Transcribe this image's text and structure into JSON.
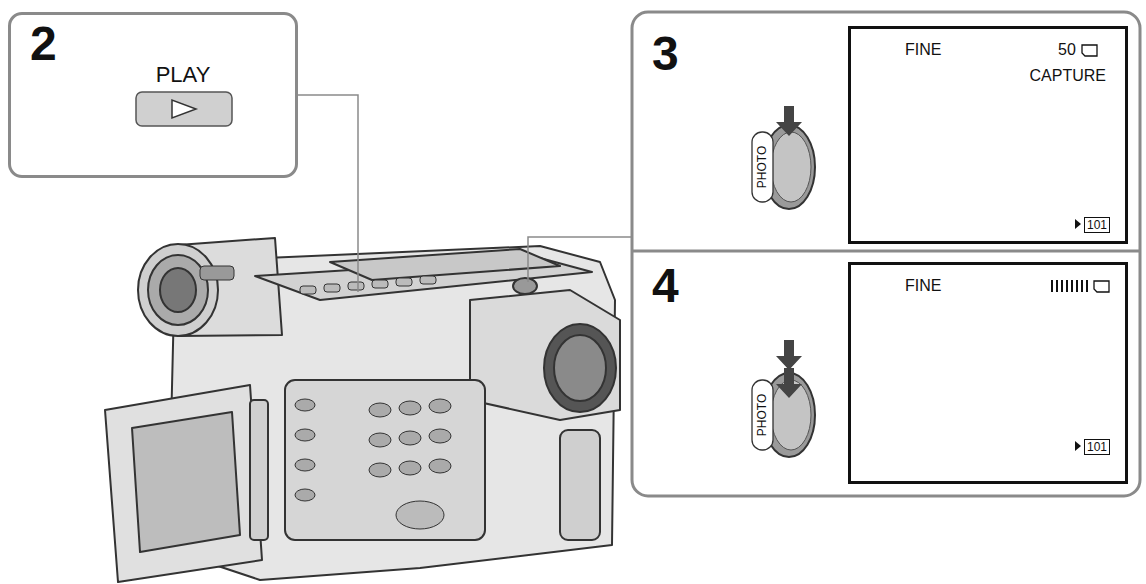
{
  "diagram": {
    "nodes": [
      {
        "text": [
          "2",
          "PLAY"
        ]
      },
      {
        "text": [
          "3"
        ]
      },
      {
        "text": [
          "PHOTO"
        ],
        "in": 1
      },
      {
        "text": [
          "FINE",
          "50",
          "CAPTURE",
          "101"
        ],
        "in": 1
      },
      {
        "text": [
          "4"
        ]
      },
      {
        "text": [
          "PHOTO"
        ],
        "in": 4
      },
      {
        "text": [
          "FINE",
          "101"
        ],
        "in": 4
      }
    ]
  }
}
